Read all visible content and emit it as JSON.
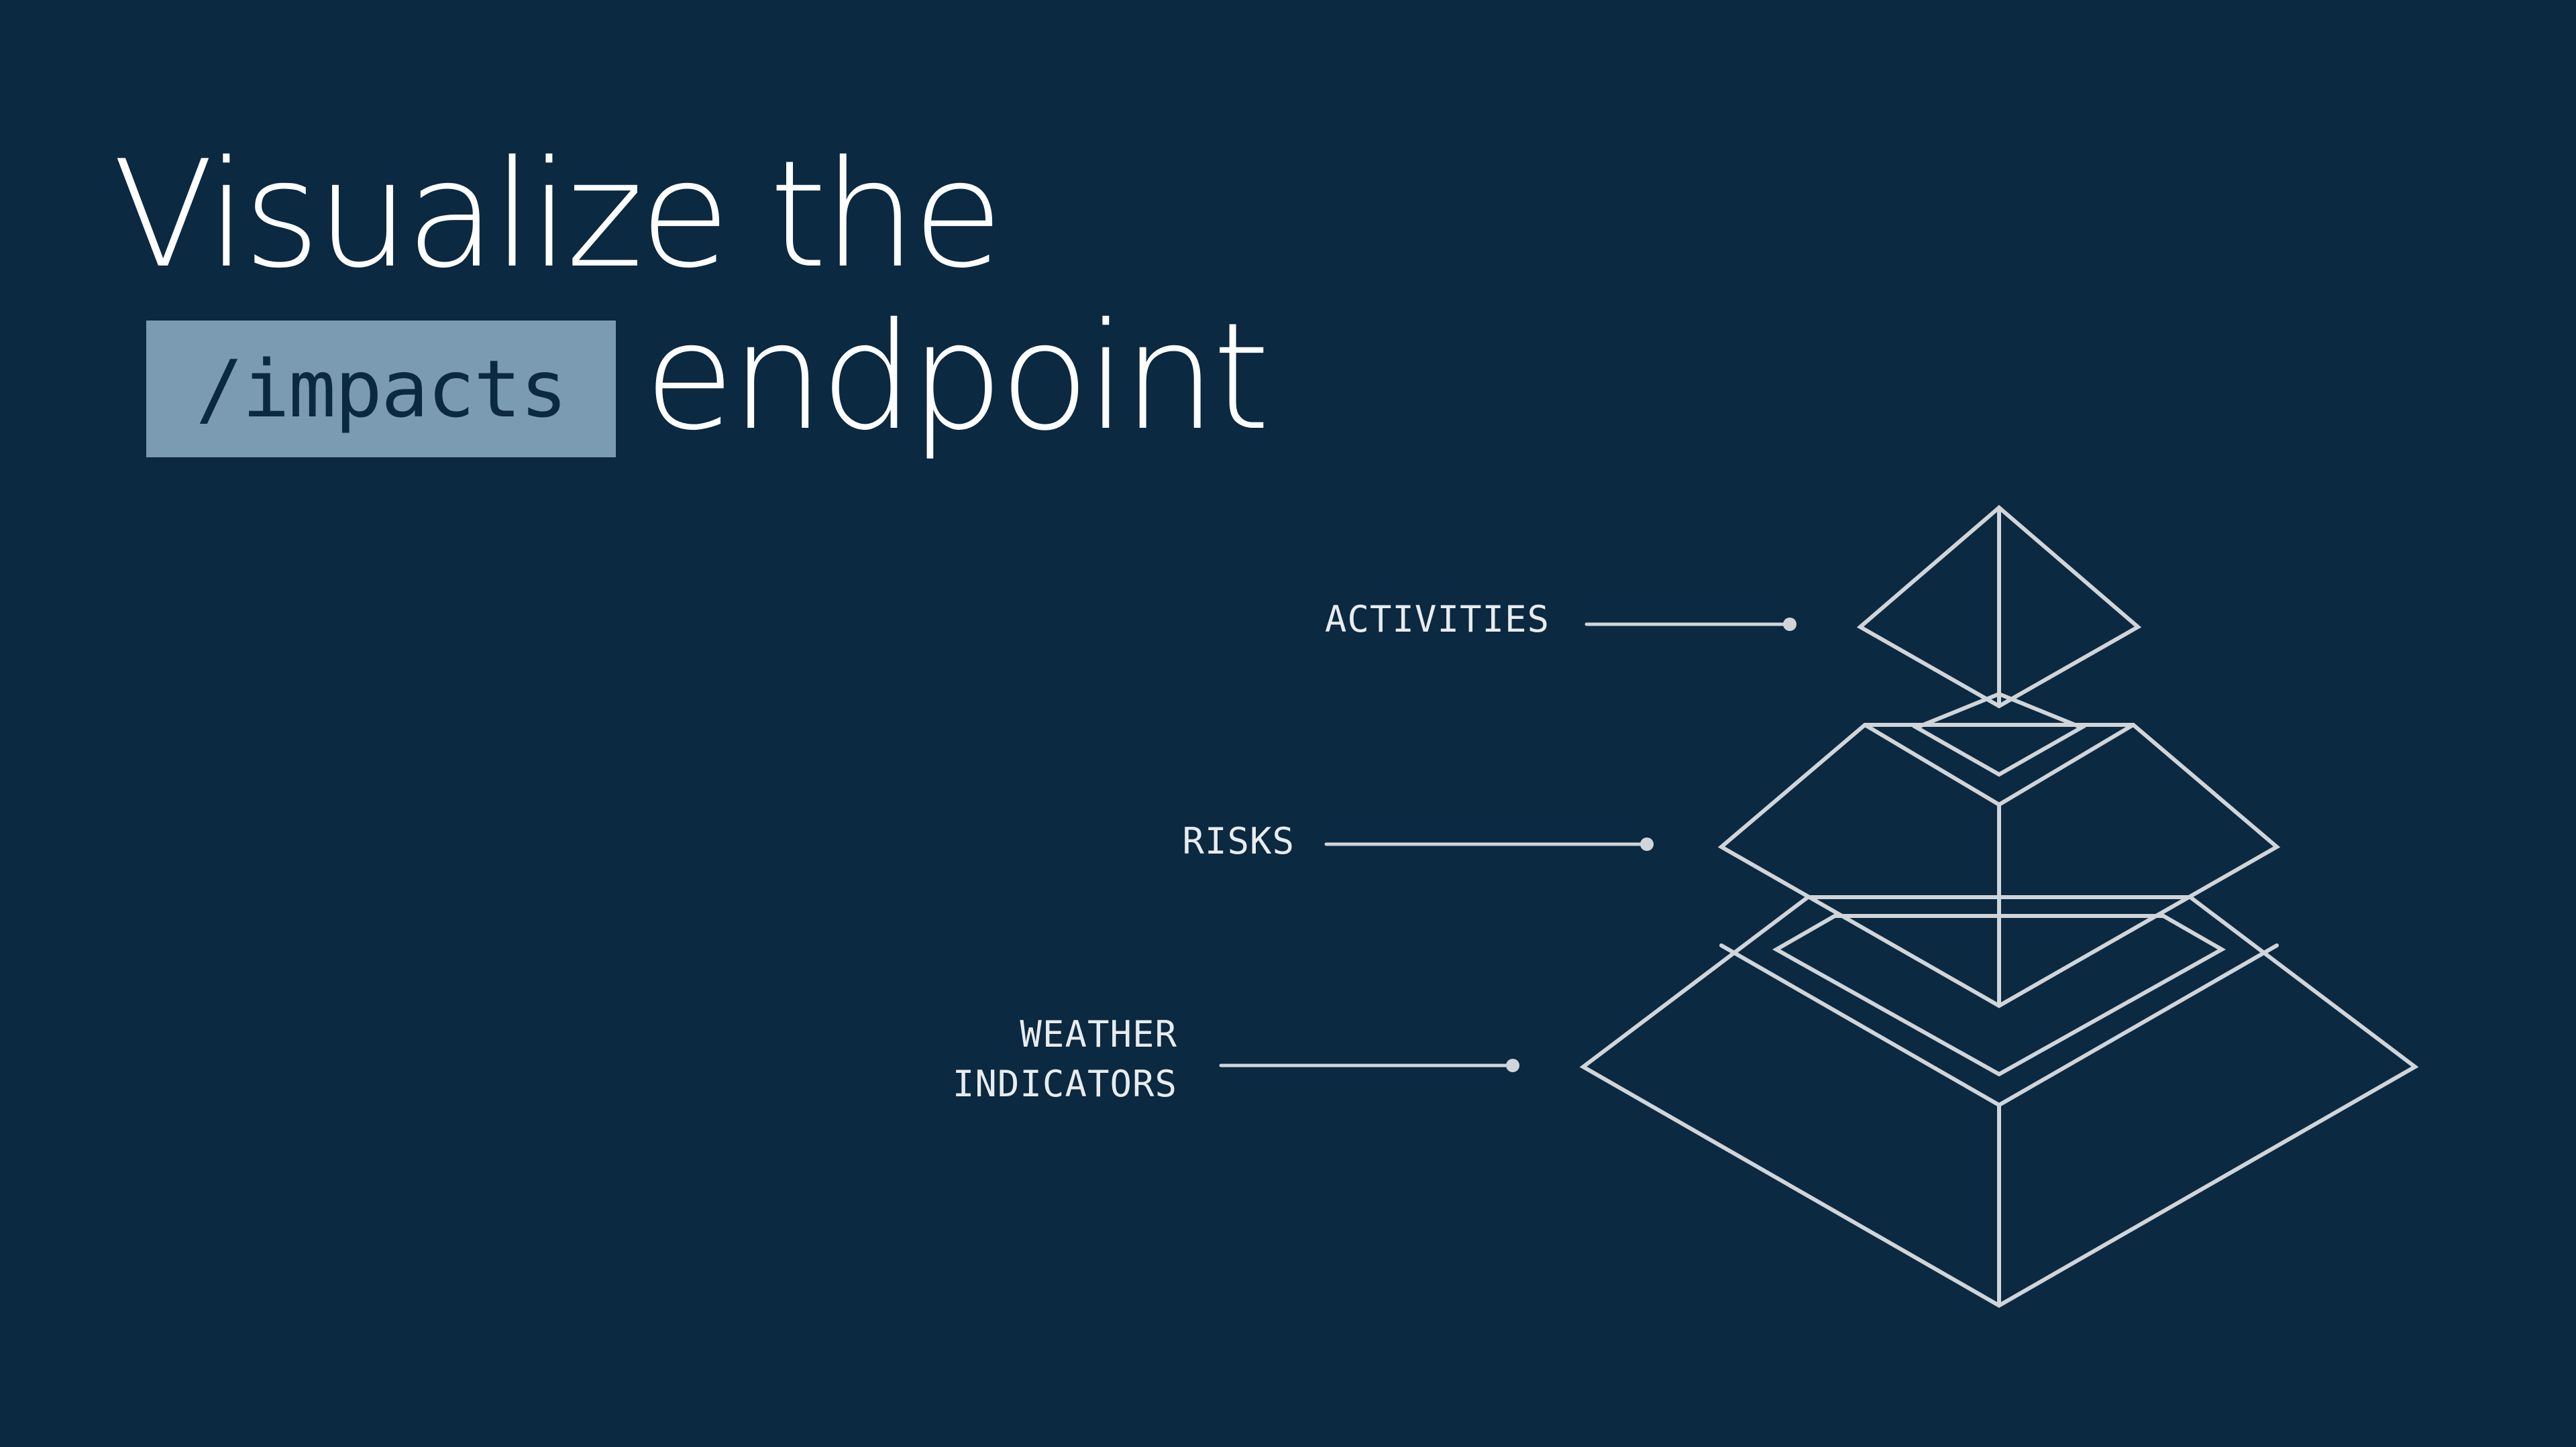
{
  "headline": {
    "line1": "Visualize the",
    "code": "/impacts",
    "line2": "endpoint"
  },
  "layers": [
    {
      "id": "activities",
      "label": "ACTIVITIES"
    },
    {
      "id": "risks",
      "label": "RISKS"
    },
    {
      "id": "weather",
      "label_line1": "WEATHER",
      "label_line2": "INDICATORS"
    }
  ],
  "colors": {
    "background": "#0b2940",
    "chip": "#7b9bb2",
    "stroke": "#d0d5da",
    "text": "#ffffff"
  }
}
